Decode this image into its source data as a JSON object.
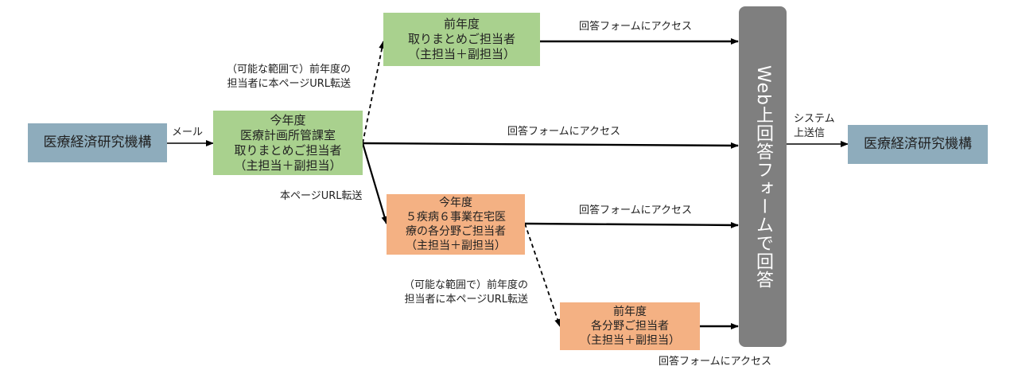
{
  "colors": {
    "org": "#8eacbc",
    "green": "#a9d18e",
    "salmon": "#f4b183",
    "bar": "#7f7f7f",
    "line": "#000000"
  },
  "nodes": {
    "org_left": {
      "label": "医療経済研究機構"
    },
    "org_right": {
      "label": "医療経済研究機構"
    },
    "current_coordinator": {
      "lines": [
        "今年度",
        "医療計画所管課室",
        "取りまとめご担当者",
        "（主担当＋副担当）"
      ]
    },
    "prev_coordinator": {
      "lines": [
        "前年度",
        "取りまとめご担当者",
        "（主担当＋副担当）"
      ]
    },
    "current_field": {
      "lines": [
        "今年度",
        "５疾病６事業在宅医",
        "療の各分野ご担当者",
        "（主担当＋副担当）"
      ]
    },
    "prev_field": {
      "lines": [
        "前年度",
        "各分野ご担当者",
        "（主担当＋副担当）"
      ]
    },
    "web_bar": {
      "label": "Web上回答フォームで回答"
    }
  },
  "edges": {
    "mail": "メール",
    "transfer_prev_top": [
      "（可能な範囲で）前年度の",
      "担当者に本ページURL転送"
    ],
    "transfer_field": "本ページURL転送",
    "transfer_prev_bottom": [
      "（可能な範囲で）前年度の",
      "担当者に本ページURL転送"
    ],
    "access_1": "回答フォームにアクセス",
    "access_2": "回答フォームにアクセス",
    "access_3": "回答フォームにアクセス",
    "access_4": "回答フォームにアクセス",
    "system_upload": [
      "システム",
      "上送信"
    ]
  }
}
